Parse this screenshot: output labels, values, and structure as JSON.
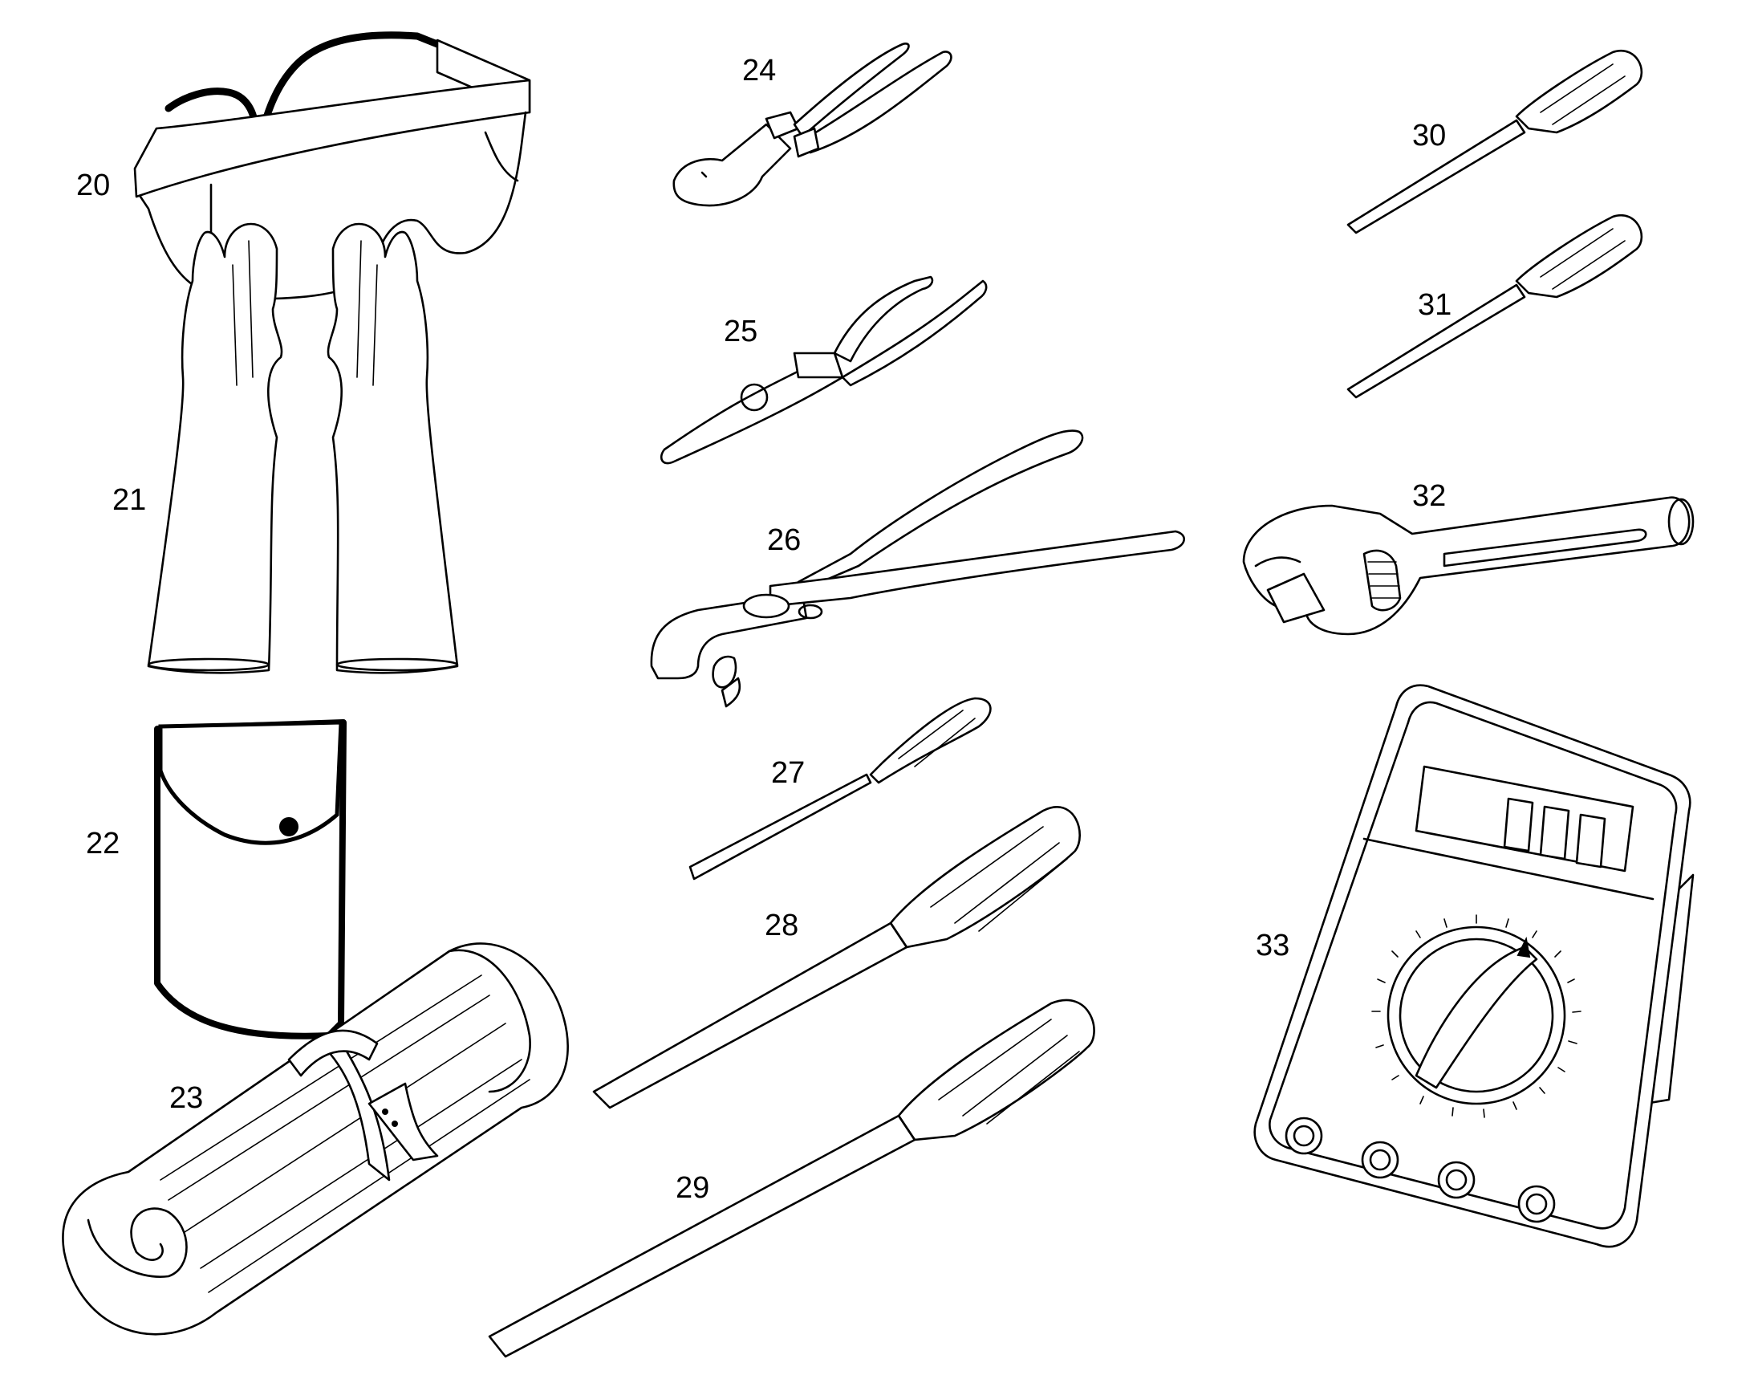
{
  "callouts": {
    "c20": "20",
    "c21": "21",
    "c22": "22",
    "c23": "23",
    "c24": "24",
    "c25": "25",
    "c26": "26",
    "c27": "27",
    "c28": "28",
    "c29": "29",
    "c30": "30",
    "c31": "31",
    "c32": "32",
    "c33": "33"
  },
  "items": [
    {
      "callout": "20",
      "icon": "safety-glasses-icon"
    },
    {
      "callout": "21",
      "icon": "insulated-gloves-icon"
    },
    {
      "callout": "22",
      "icon": "glove-pouch-icon"
    },
    {
      "callout": "23",
      "icon": "tool-roll-icon"
    },
    {
      "callout": "24",
      "icon": "diagonal-cutters-icon"
    },
    {
      "callout": "25",
      "icon": "needle-nose-pliers-icon"
    },
    {
      "callout": "26",
      "icon": "slip-joint-pliers-icon"
    },
    {
      "callout": "27",
      "icon": "small-screwdriver-icon"
    },
    {
      "callout": "28",
      "icon": "medium-screwdriver-icon"
    },
    {
      "callout": "29",
      "icon": "large-screwdriver-icon"
    },
    {
      "callout": "30",
      "icon": "precision-screwdriver-icon"
    },
    {
      "callout": "31",
      "icon": "precision-screwdriver-icon"
    },
    {
      "callout": "32",
      "icon": "adjustable-wrench-icon"
    },
    {
      "callout": "33",
      "icon": "multimeter-icon"
    }
  ],
  "colors": {
    "ink": "#000000",
    "paper": "#ffffff"
  }
}
